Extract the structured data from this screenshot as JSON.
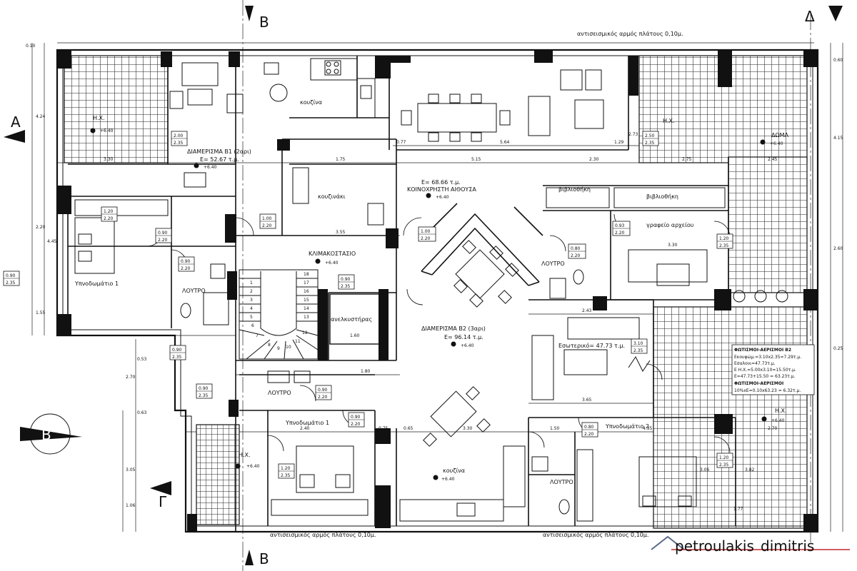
{
  "section_markers": {
    "top_left": "B",
    "top_right": "Δ",
    "left": "A",
    "bottom_left": "Γ",
    "bottom_mid": "B",
    "compass": "B"
  },
  "seismic_joint": "αντισεισμικός αρμός πλάτους 0,10μ.",
  "apartment_b1": {
    "title": "ΔΙΑΜΕΡΙΣΜΑ Β1 (2αρι)",
    "area": "Ε= 52.67 τ.μ.",
    "level": "+6.40"
  },
  "apartment_b2": {
    "title": "ΔΙΑΜΕΡΙΣΜΑ Β2 (3αρι)",
    "area": "Ε= 96.14 τ.μ.",
    "level": "+6.40"
  },
  "common_hall": {
    "title": "ΚΟΙΝΟΧΡΗΣΤΗ ΑΙΘΟΥΣΑ",
    "area": "Ε= 68.66 τ.μ.",
    "level": "+6.40"
  },
  "stairwell": {
    "title": "ΚΛΙΜΑΚΟΣΤΑΣΙΟ",
    "level": "+6.40"
  },
  "rooms": {
    "kitchen_b1": "κουζίνα",
    "kitchenette": "κουζινάκι",
    "bedroom_b1": "Υπνοδωμάτιο 1",
    "bath_b1": "ΛΟΥΤΡΟ",
    "bath_mid": "ΛΟΥΤΡΟ",
    "bath_common": "ΛΟΥΤΡΟ",
    "bath_b2": "ΛΟΥΤΡΟ",
    "elevator": "ανελκυστήρας",
    "living_b2": "Εσωτερικό= 47.73 τ.μ.",
    "bedroom_b2_1": "Υπνοδωμάτιο 1",
    "bedroom_b2_2": "Υπνοδωμάτιο 2",
    "kitchen_b2": "κουζίνα",
    "library_1": "βιβλιοθήκη",
    "library_2": "βιβλιοθήκη",
    "office": "γραφείο αρχείου",
    "terrace_nw": "Η.Χ.",
    "terrace_ne": "Η.Χ.",
    "terrace_se": "Η.Χ.",
    "terrace_sw": "Η.Χ.",
    "room_ne": "ΔΩΜΑ"
  },
  "levels": {
    "terrace_nw": "+6.40",
    "terrace_ne": "+6.40",
    "terrace_se": "+6.40",
    "terrace_sw": "+6.40",
    "kitchen_b2": "+6.40"
  },
  "window_tags": {
    "w1": [
      "2.00",
      "2.35"
    ],
    "w2": [
      "1.00",
      "2.20"
    ],
    "w3": [
      "1.20",
      "2.20"
    ],
    "w4": [
      "0.90",
      "2.20"
    ],
    "w5": [
      "0.90",
      "2.20"
    ],
    "w6": [
      "0.90",
      "2.35"
    ],
    "w7": [
      "1.00",
      "2.20"
    ],
    "w8": [
      "2.50",
      "2.35"
    ],
    "w9": [
      "0.93",
      "2.20"
    ],
    "w10": [
      "0.80",
      "2.20"
    ],
    "w11": [
      "1.20",
      "2.35"
    ],
    "w12": [
      "3.10",
      "2.35"
    ],
    "w13": [
      "0.90",
      "2.20"
    ],
    "w14": [
      "0.90",
      "2.20"
    ],
    "w15": [
      "0.80",
      "2.20"
    ],
    "w16": [
      "1.20",
      "2.35"
    ],
    "w17": [
      "1.20",
      "2.35"
    ],
    "w18": [
      "0.90",
      "2.35"
    ],
    "w19": [
      "0.90",
      "2.35"
    ],
    "w20": [
      "0.90",
      "2.35"
    ]
  },
  "lighting_box": {
    "title": "ΦΩΤΙΣΜΟΙ-ΑΕΡΙΣΜΟΙ Β2",
    "line1": "Εκουφώμ.=3.10x2.35=7.29τ.μ.",
    "line2": "Εσαλονι=47.73τ.μ.",
    "line3": "Ε Η.Χ.=5.00x3.10=15.50τ.μ.",
    "line4": "Ε=47.73+15.50 = 63.23τ.μ.",
    "title2": "ΦΩΤΙΣΜΟΙ-ΑΕΡΙΣΜΟΙ",
    "line5": "10%xE=0.10x63.23 = 6.32τ.μ."
  },
  "dims_top": [
    "3.30",
    "1.75",
    "5.15",
    "2.30",
    "2.75",
    "2.45",
    "0.77",
    "5.64",
    "1.29"
  ],
  "dims_mid": [
    "3.55",
    "2.43",
    "1.80",
    "1.60",
    "3.65",
    "2.40",
    "1.50",
    "3.30",
    "4.35",
    "2.70",
    "0.65",
    "0.75"
  ],
  "dims_left": [
    "0.10",
    "4.24",
    "2.20",
    "4.45",
    "1.55",
    "2.70",
    "3.05",
    "1.06",
    "0.53",
    "0.63"
  ],
  "dims_right": [
    "0.60",
    "4.15",
    "2.73",
    "2.60",
    "0.25",
    "3.06",
    "3.82",
    "1.77",
    "3.30"
  ],
  "stair_numbers": [
    "1",
    "2",
    "3",
    "4",
    "5",
    "6",
    "7",
    "8",
    "9",
    "10",
    "11",
    "12",
    "13",
    "14",
    "15",
    "16",
    "17",
    "18"
  ],
  "watermark": {
    "part1": "petroulakis",
    "part2": "dimitris"
  }
}
